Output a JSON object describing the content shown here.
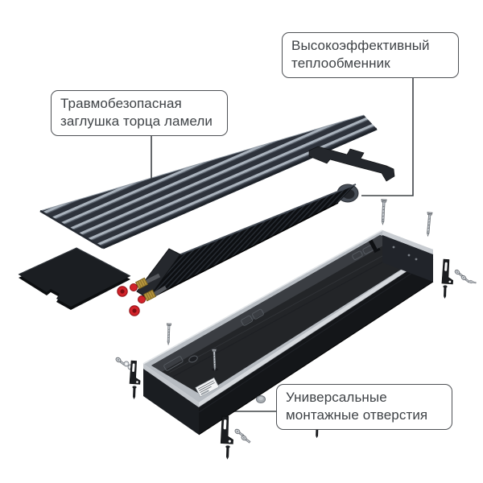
{
  "diagram": {
    "background": "#ffffff",
    "callouts": {
      "lamella_end_cap": {
        "text": "Травмобезопасная\nзаглушка торца ламели"
      },
      "heat_exchanger": {
        "text": "Высокоэффективный\nтеплообменник"
      },
      "mounting_holes": {
        "text": "Универсальные\nмонтажные отверстия"
      }
    },
    "colors": {
      "grille_slat_light": "#a9b2bc",
      "grille_slat_dark": "#2d323b",
      "casing_black": "#17191c",
      "rim_aluminum": "#c9cdd2",
      "valve_brass": "#b6953e",
      "cap_red": "#d2232a",
      "leader_line": "#3f4347",
      "callout_border": "#4e5155",
      "callout_text": "#3e4246"
    }
  }
}
